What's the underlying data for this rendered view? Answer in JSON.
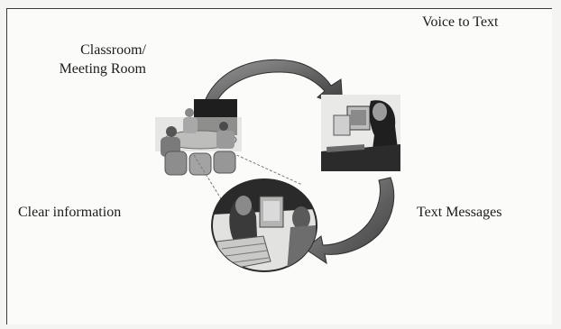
{
  "diagram": {
    "labels": {
      "voice_to_text": "Voice to Text",
      "classroom_line1": "Classroom/",
      "classroom_line2": "Meeting Room",
      "clear_information": "Clear information",
      "text_messages": "Text Messages"
    },
    "colors": {
      "arrow_fill": "#6e6e6e",
      "arrow_stroke": "#2e2e2e",
      "photo_dark": "#2a2a2a",
      "text": "#1c1c1c"
    }
  }
}
